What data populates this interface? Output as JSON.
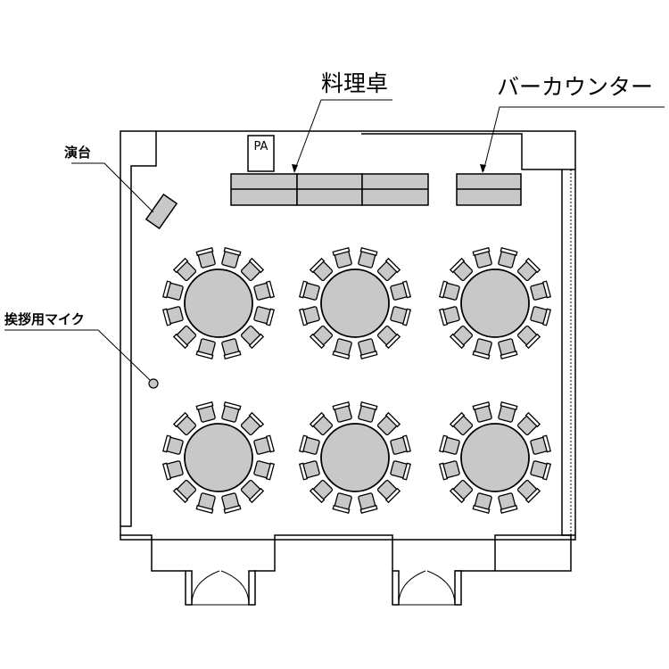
{
  "labels": {
    "podium": "演台",
    "mic": "挨拶用マイク",
    "food_table": "料理卓",
    "bar_counter": "バーカウンター",
    "pa": "PA"
  },
  "layout": {
    "round_tables": 6,
    "chairs_per_table": 12,
    "food_table_segments": 3,
    "entrance_doors": 2
  },
  "colors": {
    "furniture_fill": "#c8c8c8",
    "line": "#000000",
    "background": "#ffffff"
  }
}
